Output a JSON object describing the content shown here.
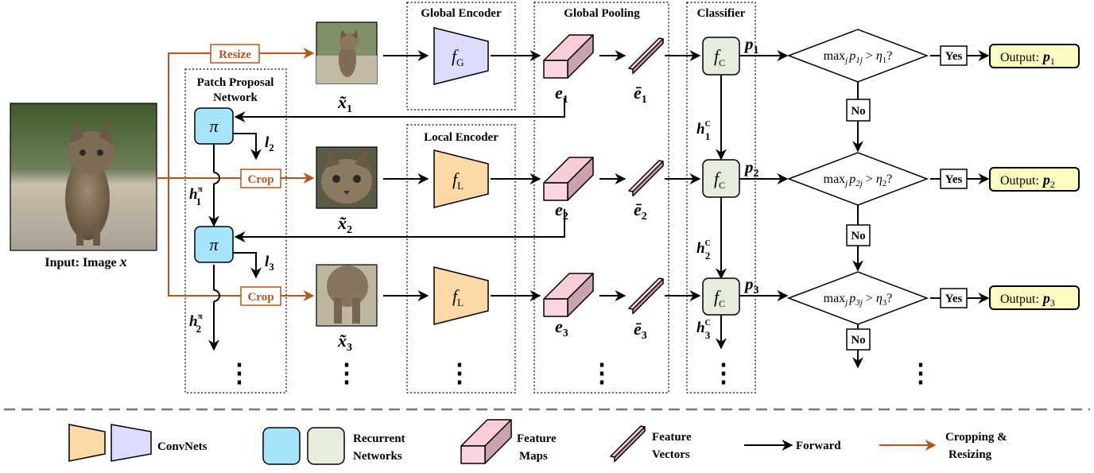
{
  "sections": {
    "patch_proposal": [
      "Patch Proposal",
      "Network"
    ],
    "global_encoder": "Global Encoder",
    "local_encoder": "Local Encoder",
    "global_pooling": "Global Pooling",
    "classifier": "Classifier"
  },
  "input": {
    "label": "Input: Image",
    "var": "x"
  },
  "ops": {
    "resize": "Resize",
    "crop": "Crop"
  },
  "policy": {
    "pi": "π",
    "l2": "l",
    "l2_sub": "2",
    "l3": "l",
    "l3_sub": "3"
  },
  "hidden_pi": {
    "h1": "h",
    "h1_sup": "π",
    "h1_sub": "1",
    "h2": "h",
    "h2_sup": "π",
    "h2_sub": "2"
  },
  "crops": [
    {
      "var": "x̃",
      "sub": "1"
    },
    {
      "var": "x̃",
      "sub": "2"
    },
    {
      "var": "x̃",
      "sub": "3"
    }
  ],
  "encoders": {
    "global": {
      "f": "f",
      "sub": "G"
    },
    "local": {
      "f": "f",
      "sub": "L"
    }
  },
  "feature_maps": [
    {
      "var": "e",
      "sub": "1"
    },
    {
      "var": "e",
      "sub": "2"
    },
    {
      "var": "e",
      "sub": "3"
    }
  ],
  "feature_vectors": [
    {
      "var": "ē",
      "sub": "1"
    },
    {
      "var": "ē",
      "sub": "2"
    },
    {
      "var": "ē",
      "sub": "3"
    }
  ],
  "classifier": {
    "f": "f",
    "sub": "C",
    "hidden": [
      {
        "h": "h",
        "sup": "C",
        "sub": "1"
      },
      {
        "h": "h",
        "sup": "C",
        "sub": "2"
      },
      {
        "h": "h",
        "sup": "C",
        "sub": "3"
      }
    ]
  },
  "probs": [
    {
      "p": "p",
      "sub": "1"
    },
    {
      "p": "p",
      "sub": "2"
    },
    {
      "p": "p",
      "sub": "3"
    }
  ],
  "decisions": [
    {
      "max": "max",
      "j": "j",
      "p": "p",
      "idx": "1j",
      "gt": " > ",
      "eta": "η",
      "eta_sub": "1",
      "q": "?"
    },
    {
      "max": "max",
      "j": "j",
      "p": "p",
      "idx": "2j",
      "gt": " > ",
      "eta": "η",
      "eta_sub": "2",
      "q": "?"
    },
    {
      "max": "max",
      "j": "j",
      "p": "p",
      "idx": "3j",
      "gt": " > ",
      "eta": "η",
      "eta_sub": "3",
      "q": "?"
    }
  ],
  "yes": "Yes",
  "no": "No",
  "outputs": [
    {
      "label": "Output:",
      "p": "p",
      "sub": "1"
    },
    {
      "label": "Output:",
      "p": "p",
      "sub": "2"
    },
    {
      "label": "Output:",
      "p": "p",
      "sub": "3"
    }
  ],
  "ellipsis": "⋮",
  "legend": {
    "convnets": "ConvNets",
    "recurrent": [
      "Recurrent",
      "Networks"
    ],
    "feature_maps": [
      "Feature",
      "Maps"
    ],
    "feature_vectors": [
      "Feature",
      "Vectors"
    ],
    "forward": "Forward",
    "cropping": [
      "Cropping &",
      "Resizing"
    ]
  },
  "colors": {
    "orange_flow": "#b5561c",
    "convnet_orange": "#fdd9a8",
    "convnet_purple": "#dcdcfc",
    "recurrent_blue": "#a6e4fa",
    "recurrent_green": "#e7eddd",
    "feature_pink": "#fbd6e0",
    "output_yellow": "#fdfcc0"
  },
  "icons": [
    "cat-full-image",
    "cat-resized-image",
    "cat-head-crop",
    "cat-legs-crop"
  ]
}
